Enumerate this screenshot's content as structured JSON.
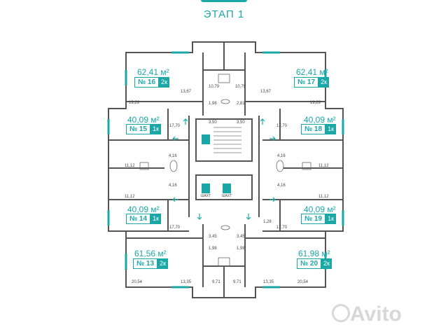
{
  "stage_title": "ЭТАП 1",
  "apartments": [
    {
      "id": "16",
      "area": "62,41 м²",
      "no": "№ 16",
      "rooms": "2к"
    },
    {
      "id": "17",
      "area": "62,41 м²",
      "no": "№ 17",
      "rooms": "2к"
    },
    {
      "id": "15",
      "area": "40,09 м²",
      "no": "№ 15",
      "rooms": "1к"
    },
    {
      "id": "18",
      "area": "40,09 м²",
      "no": "№ 18",
      "rooms": "1к"
    },
    {
      "id": "14",
      "area": "40,09 м²",
      "no": "№ 14",
      "rooms": "1к"
    },
    {
      "id": "19",
      "area": "40,09 м²",
      "no": "№ 19",
      "rooms": "1к"
    },
    {
      "id": "13",
      "area": "61,56 м²",
      "no": "№ 13",
      "rooms": "2к"
    },
    {
      "id": "20",
      "area": "61,98 м²",
      "no": "№ 20",
      "rooms": "2к"
    }
  ],
  "dimensions": {
    "d1": "13,67",
    "d2": "10,79",
    "d3": "10,79",
    "d4": "13,67",
    "d5": "19,29",
    "d6": "19,29",
    "d7": "1,98",
    "d8": "2,81",
    "d9": "3,50",
    "d10": "3,50",
    "d11": "17,70",
    "d12": "17,70",
    "d13": "4,16",
    "d14": "4,16",
    "d15": "11,12",
    "d16": "11,12",
    "d17": "4,16",
    "d18": "4,16",
    "d19": "11,12",
    "d20": "11,12",
    "d21": "17,70",
    "d22": "17,70",
    "d23": "1,28",
    "d24": "3,45",
    "d25": "3,45",
    "d26": "1,98",
    "d27": "1,98",
    "d28": "20,54",
    "d29": "13,35",
    "d30": "9,71",
    "d31": "9,71",
    "d32": "13,35",
    "d33": "20,54"
  },
  "shaft_labels": {
    "a": "ШАХТ",
    "b": "ШАХТ"
  },
  "watermark": "Avito",
  "colors": {
    "accent": "#1aa7a6",
    "wall": "#555555",
    "window": "#1aa7a6"
  }
}
